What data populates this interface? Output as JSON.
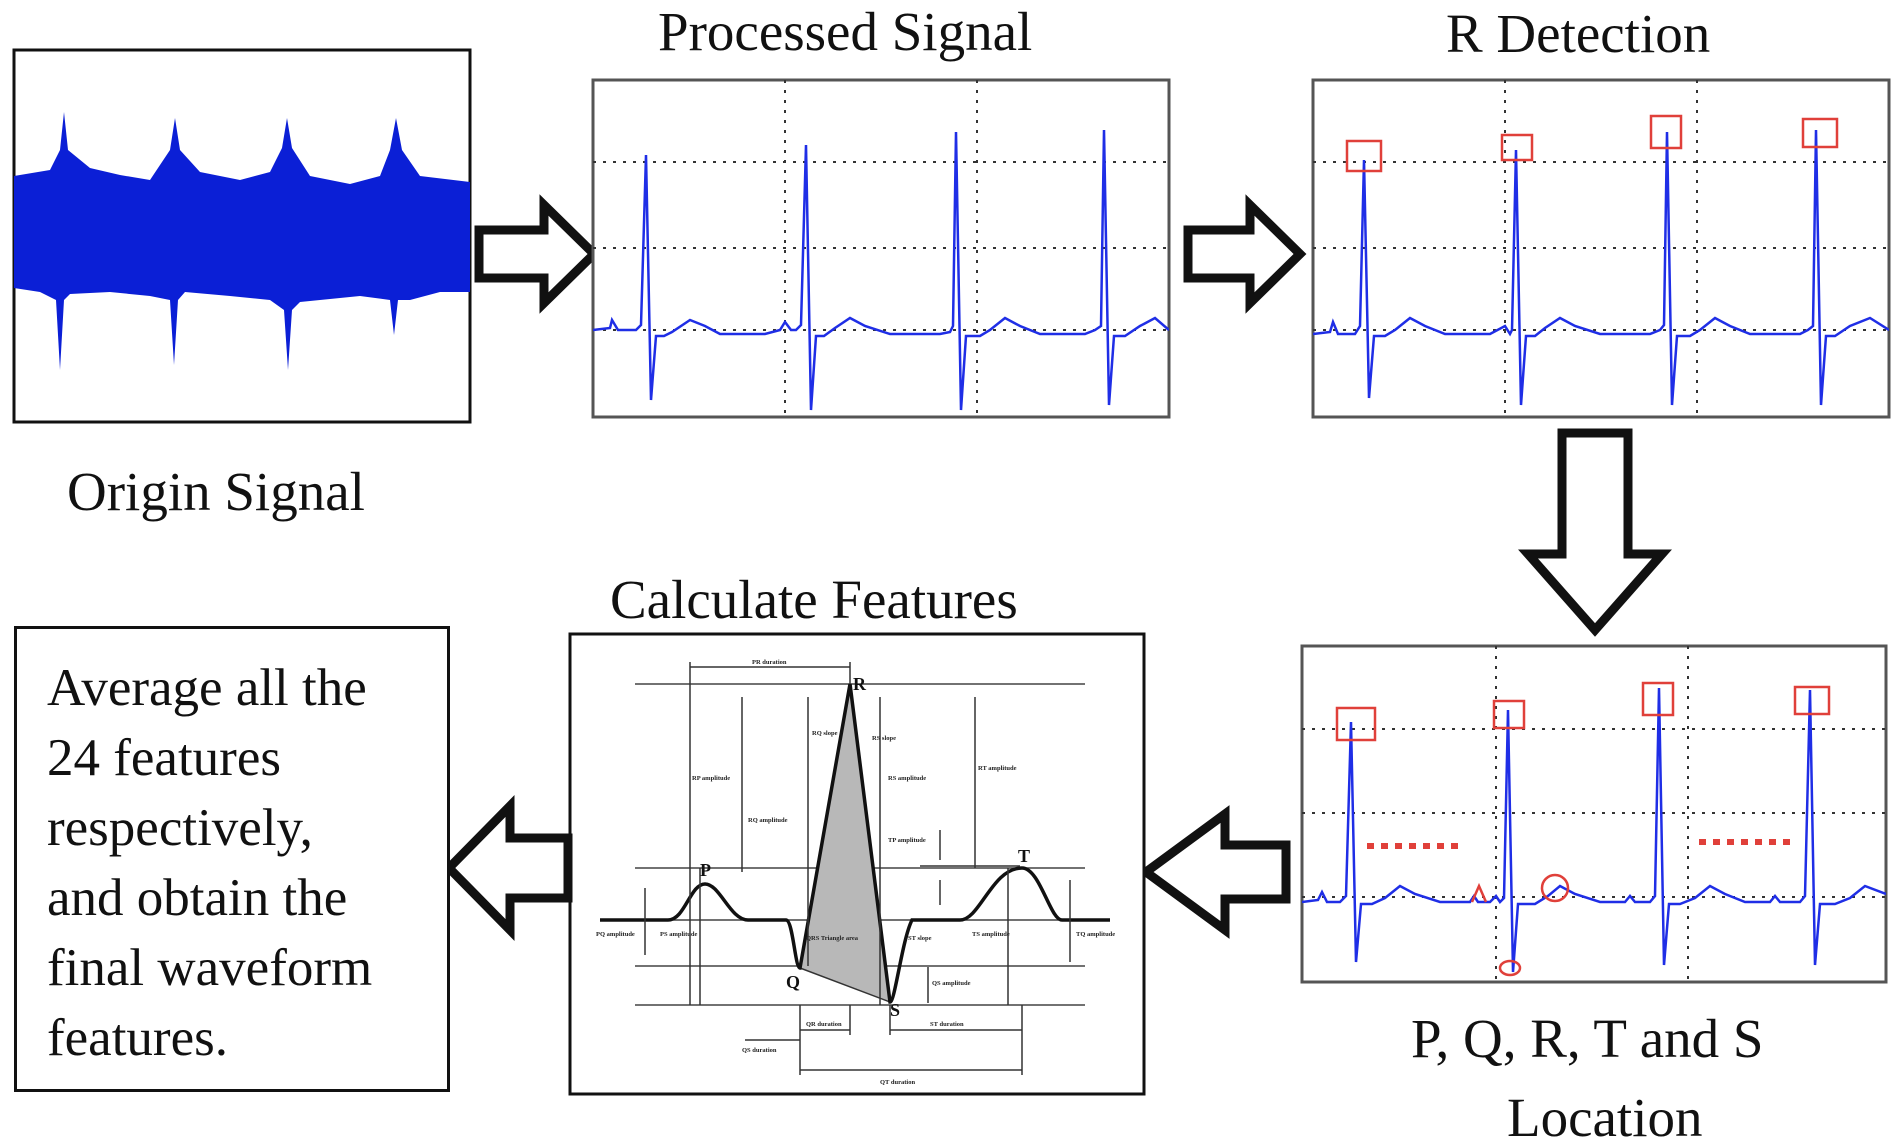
{
  "labels": {
    "origin": "Origin Signal",
    "processed": "Processed Signal",
    "r_detection": "R Detection",
    "calculate": "Calculate Features",
    "pqrts_line1": "P, Q, R, T and S",
    "pqrts_line2": "Location"
  },
  "note": {
    "text": "Average all the\n24 features\nrespectively,\nand obtain the\nfinal waveform\nfeatures."
  },
  "wave_labels": {
    "R": "R",
    "P": "P",
    "Q": "Q",
    "S": "S",
    "T": "T",
    "pr_duration": "PR duration",
    "rp_amplitude": "RP amplitude",
    "rq_amplitude": "RQ amplitude",
    "rq_slope": "RQ slope",
    "rs_slope": "RS slope",
    "rs_amplitude": "RS amplitude",
    "rt_amplitude": "RT amplitude",
    "tp_amplitude": "TP amplitude",
    "st_slope": "ST slope",
    "ts_amplitude": "TS amplitude",
    "tq_amplitude": "TQ amplitude",
    "pq_amplitude": "PQ amplitude",
    "ps_amplitude": "PS amplitude",
    "qs_amplitude": "QS amplitude",
    "qrs_area": "QRS Triangle area",
    "qs_duration": "QS duration",
    "qr_duration": "QR duration",
    "st_duration": "ST duration",
    "qt_duration": "QT duration"
  },
  "colors": {
    "signal_blue": "#1f2ee6",
    "origin_blue": "#0b1fd6",
    "marker_red": "#e0403a",
    "frame": "#555555",
    "arrow_stroke": "#111111"
  }
}
